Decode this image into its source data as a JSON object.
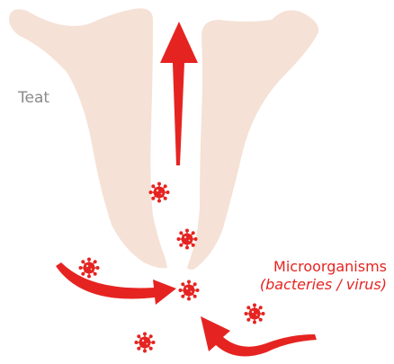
{
  "labels": {
    "teat": "Teat",
    "microorganisms": "Microorganisms",
    "microorganisms_detail": "(bacteries / virus)"
  },
  "colors": {
    "teat_fill": "#f5e1d6",
    "accent_red": "#e52421",
    "label_grey": "#8a8a8a"
  },
  "icons": {
    "microbe": "virus-particle-icon",
    "arrow_up": "arrow-up-icon",
    "arrow_curved": "curved-arrow-icon"
  }
}
